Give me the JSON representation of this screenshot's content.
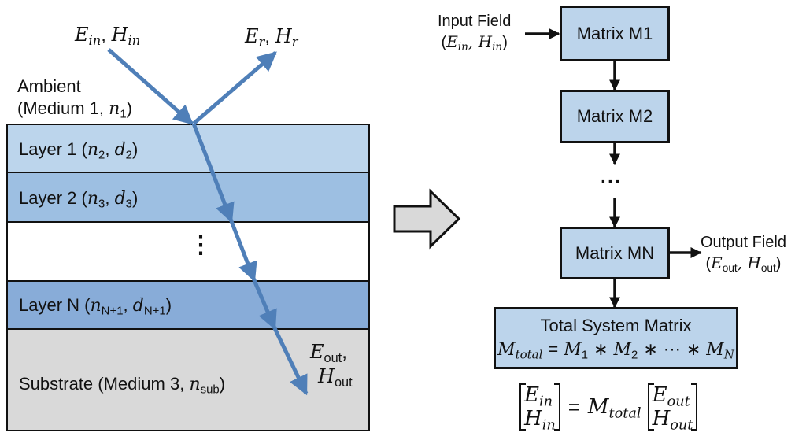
{
  "colors": {
    "ray": "#4f7fb8",
    "layer1": "#bcd5ec",
    "layer2": "#9dbfe2",
    "layer_blank": "#ffffff",
    "layerN": "#88acd8",
    "substrate": "#d9d9d9",
    "matrix_box": "#bcd4eb",
    "transition_arrow": "#d9d9d9",
    "outline": "#111111"
  },
  "left_panel": {
    "incident_label": {
      "E": "E",
      "E_sub": "in",
      "sep": ", ",
      "H": "H",
      "H_sub": "in"
    },
    "reflected_label": {
      "E": "E",
      "E_sub": "r",
      "sep": ", ",
      "H": "H",
      "H_sub": "r"
    },
    "ambient": {
      "line1": "Ambient",
      "line2_prefix": "(Medium 1, ",
      "n": "n",
      "n_sub": "1",
      "line2_suffix": ")"
    },
    "layers": [
      {
        "name": "Layer 1",
        "n": "n",
        "n_sub": "2",
        "d": "d",
        "d_sub": "2"
      },
      {
        "name": "Layer 2",
        "n": "n",
        "n_sub": "3",
        "d": "d",
        "d_sub": "3"
      },
      {
        "name": "",
        "ellipsis": "⋮"
      },
      {
        "name": "Layer N",
        "n": "n",
        "n_sub": "N+1",
        "d": "d",
        "d_sub": "N+1"
      }
    ],
    "substrate": {
      "prefix": "Substrate (Medium 3, ",
      "n": "n",
      "n_sub": "sub",
      "suffix": ")"
    },
    "output_label": {
      "E": "E",
      "E_sub": "out",
      "comma": ",",
      "H": "H",
      "H_sub": "out"
    }
  },
  "right_panel": {
    "input_field": {
      "title": "Input Field",
      "E": "E",
      "E_sub": "in",
      "H": "H",
      "H_sub": "in"
    },
    "matrices": [
      "Matrix M1",
      "Matrix M2",
      "Matrix MN"
    ],
    "ellipsis": "···",
    "output_field": {
      "title": "Output Field",
      "E": "E",
      "E_sub": "out",
      "H": "H",
      "H_sub": "out"
    },
    "total": {
      "title": "Total System Matrix",
      "M": "M",
      "M_sub": "total",
      "equals": "=",
      "terms": [
        {
          "M": "M",
          "sub": "1"
        },
        {
          "M": "M",
          "sub": "2"
        },
        {
          "M": "M",
          "sub": "N"
        }
      ],
      "op": "∗",
      "dots": "⋯"
    },
    "equation": {
      "lhs": [
        {
          "v": "E",
          "sub": "in"
        },
        {
          "v": "H",
          "sub": "in"
        }
      ],
      "equals": "=",
      "M": "M",
      "M_sub": "total",
      "rhs": [
        {
          "v": "E",
          "sub": "out"
        },
        {
          "v": "H",
          "sub": "out"
        }
      ]
    }
  }
}
